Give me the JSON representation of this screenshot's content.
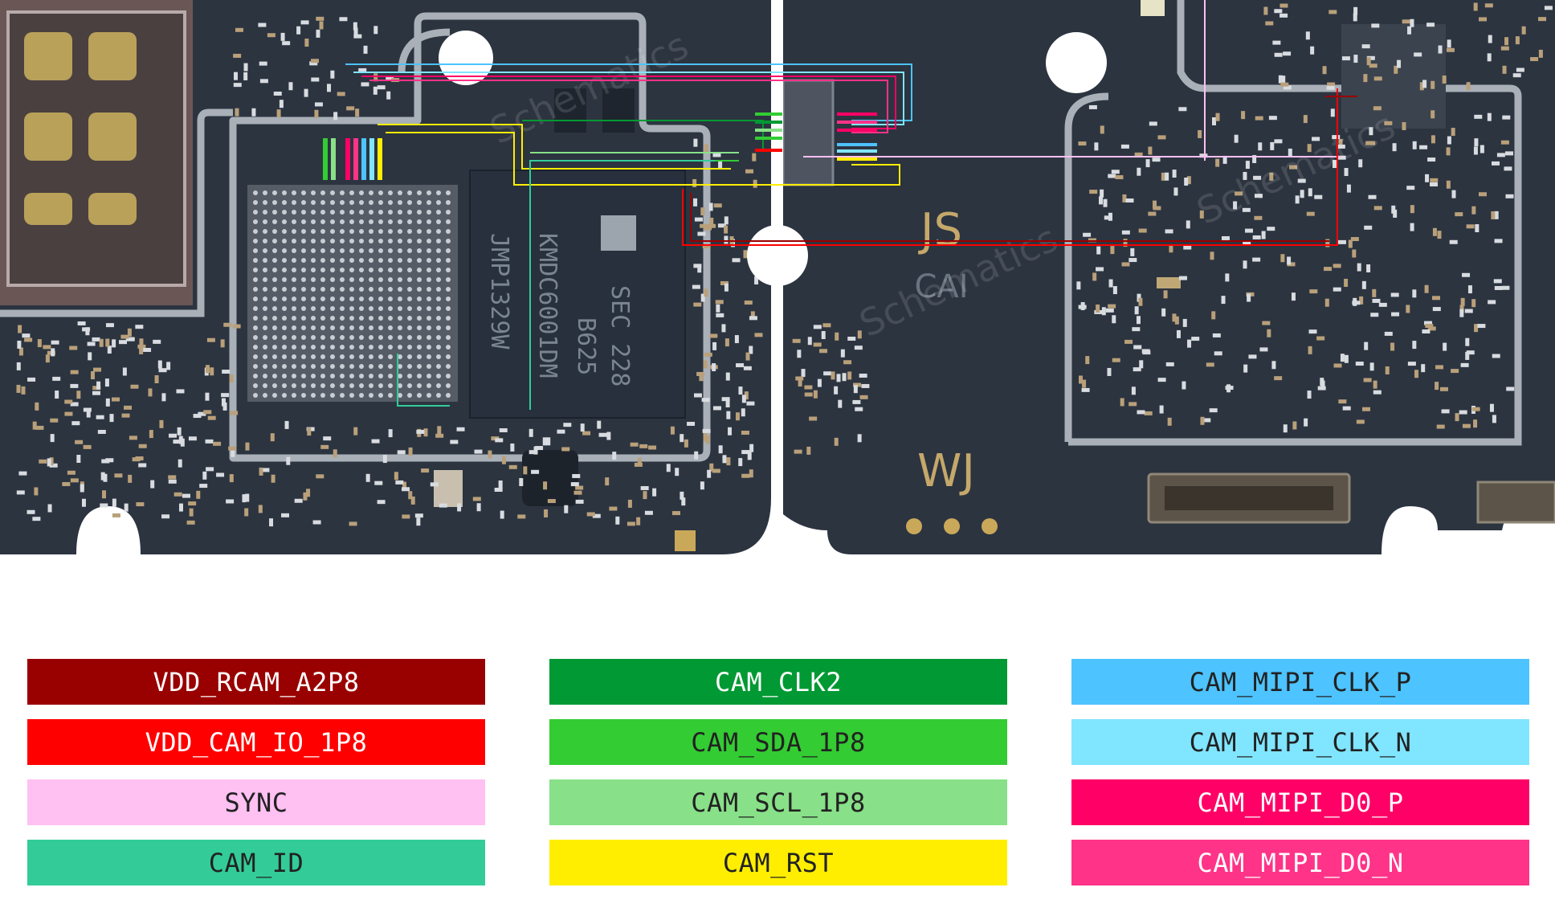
{
  "board": {
    "left_chip": {
      "line1": "JMP1329W",
      "line2": "KMDC6001DM",
      "line3": "SEC 228",
      "line4": "B625"
    },
    "markings": {
      "js": "JS",
      "cai": "CAI",
      "wj": "WJ"
    },
    "watermark": "Schematics"
  },
  "legend": {
    "columns": [
      [
        {
          "label": "VDD_RCAM_A2P8",
          "bg": "#990000",
          "fg": "#ffffff"
        },
        {
          "label": "VDD_CAM_IO_1P8",
          "bg": "#ff0000",
          "fg": "#ffffff"
        },
        {
          "label": "SYNC",
          "bg": "#ffc0f2",
          "fg": "#222222"
        },
        {
          "label": "CAM_ID",
          "bg": "#33cc99",
          "fg": "#222222"
        }
      ],
      [
        {
          "label": "CAM_CLK2",
          "bg": "#009933",
          "fg": "#ffffff"
        },
        {
          "label": "CAM_SDA_1P8",
          "bg": "#33cc33",
          "fg": "#222222"
        },
        {
          "label": "CAM_SCL_1P8",
          "bg": "#88e088",
          "fg": "#222222"
        },
        {
          "label": "CAM_RST",
          "bg": "#ffee00",
          "fg": "#222222"
        }
      ],
      [
        {
          "label": "CAM_MIPI_CLK_P",
          "bg": "#4dc3ff",
          "fg": "#222222"
        },
        {
          "label": "CAM_MIPI_CLK_N",
          "bg": "#80e5ff",
          "fg": "#222222"
        },
        {
          "label": "CAM_MIPI_D0_P",
          "bg": "#ff0066",
          "fg": "#ffffff"
        },
        {
          "label": "CAM_MIPI_D0_N",
          "bg": "#ff3388",
          "fg": "#ffffff"
        }
      ]
    ]
  }
}
